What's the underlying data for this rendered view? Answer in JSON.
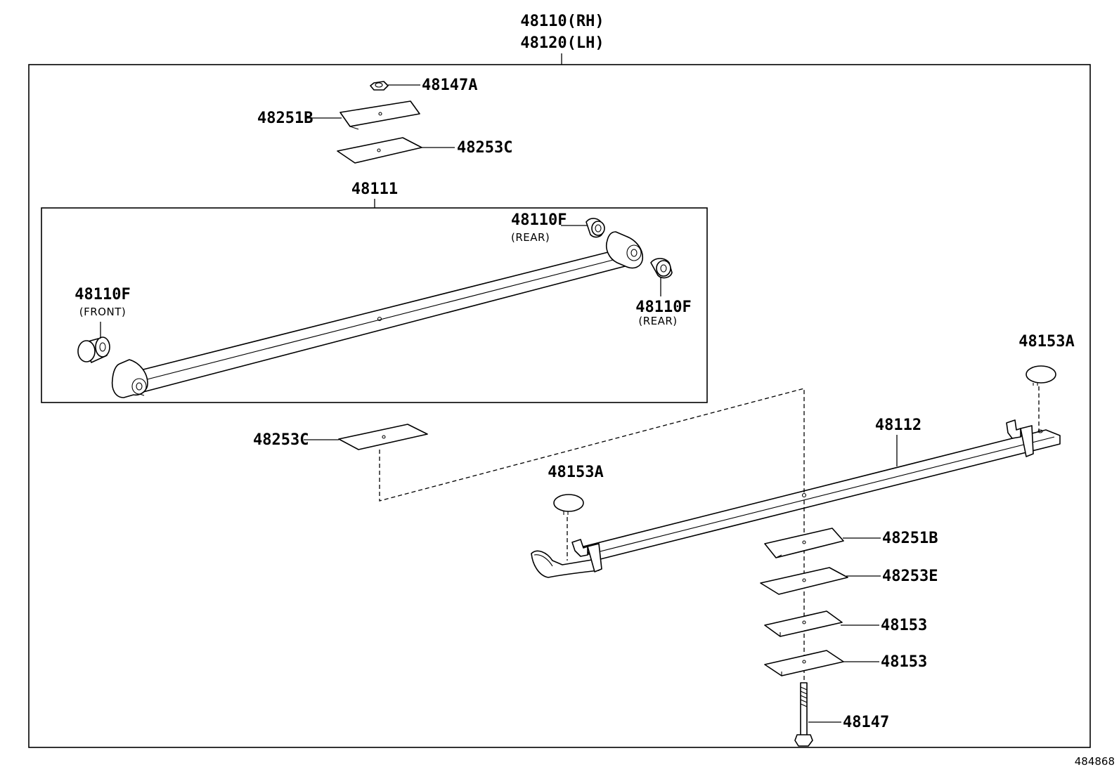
{
  "diagram": {
    "assembly": {
      "rh": "48110(RH)",
      "lh": "48120(LH)"
    },
    "labels": {
      "nut_top": "48147A",
      "plate_top_b": "48251B",
      "plate_top_c": "48253C",
      "main_leaf": "48111",
      "bushing_rear_upper": "48110F",
      "bushing_rear_upper_note": "(REAR)",
      "bushing_front": "48110F",
      "bushing_front_note": "(FRONT)",
      "bushing_rear_lower": "48110F",
      "bushing_rear_lower_note": "(REAR)",
      "plate_mid_c": "48253C",
      "pad_right": "48153A",
      "pad_mid": "48153A",
      "second_leaf": "48112",
      "plate_low_b": "48251B",
      "plate_low_e": "48253E",
      "spacer_1": "48153",
      "spacer_2": "48153",
      "center_bolt": "48147"
    },
    "reference_number": "484868"
  }
}
